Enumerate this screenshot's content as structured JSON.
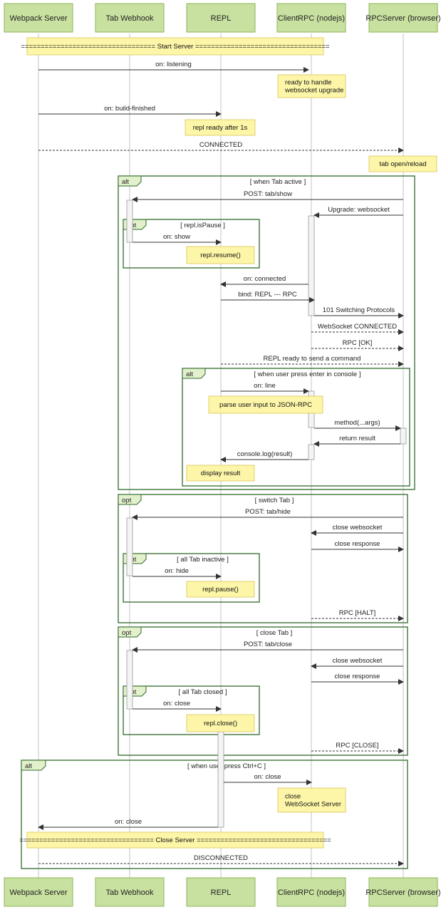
{
  "actors": [
    {
      "key": "webpack",
      "label": "Webpack Server"
    },
    {
      "key": "webhook",
      "label": "Tab Webhook"
    },
    {
      "key": "repl",
      "label": "REPL"
    },
    {
      "key": "client",
      "label": "ClientRPC (nodejs)"
    },
    {
      "key": "server",
      "label": "RPCServer (browser)"
    }
  ],
  "colors": {
    "actor_fill": "#c9e1a0",
    "actor_stroke": "#8cb45a",
    "note_fill": "#fdf6a8",
    "note_stroke": "#d9c65a",
    "frame_stroke": "#2f6a2a",
    "frame_tag_fill": "#e3f0cc",
    "line": "#333333"
  },
  "messages": [
    {
      "id": "m1",
      "text": "on: listening"
    },
    {
      "id": "m2",
      "text": "on: build-finished"
    },
    {
      "id": "m3",
      "text": "CONNECTED"
    },
    {
      "id": "m4",
      "text": "POST: tab/show"
    },
    {
      "id": "m5",
      "text": "Upgrade: websocket"
    },
    {
      "id": "m6",
      "text": "on: show"
    },
    {
      "id": "m7",
      "text": "on: connected"
    },
    {
      "id": "m8",
      "text": "bind: REPL --- RPC"
    },
    {
      "id": "m9",
      "text": "101 Switching Protocols"
    },
    {
      "id": "m10",
      "text": "WebSocket CONNECTED"
    },
    {
      "id": "m11",
      "text": "RPC [OK]"
    },
    {
      "id": "m12",
      "text": "REPL ready to send a command"
    },
    {
      "id": "m13",
      "text": "on: line"
    },
    {
      "id": "m14",
      "text": "method(...args)"
    },
    {
      "id": "m15",
      "text": "return result"
    },
    {
      "id": "m16",
      "text": "console.log(result)"
    },
    {
      "id": "m17",
      "text": "POST: tab/hide"
    },
    {
      "id": "m18",
      "text": "close websocket"
    },
    {
      "id": "m19",
      "text": "close response"
    },
    {
      "id": "m20",
      "text": "on: hide"
    },
    {
      "id": "m21",
      "text": "RPC [HALT]"
    },
    {
      "id": "m22",
      "text": "POST: tab/close"
    },
    {
      "id": "m23",
      "text": "close websocket"
    },
    {
      "id": "m24",
      "text": "close response"
    },
    {
      "id": "m25",
      "text": "on: close"
    },
    {
      "id": "m26",
      "text": "RPC [CLOSE]"
    },
    {
      "id": "m27",
      "text": "on: close"
    },
    {
      "id": "m28",
      "text": "on: close"
    },
    {
      "id": "m29",
      "text": "DISCONNECTED"
    }
  ],
  "notes": [
    {
      "id": "n1",
      "lines": [
        "================================== Start Server =================================="
      ]
    },
    {
      "id": "n2",
      "lines": [
        "ready to handle",
        "websocket upgrade"
      ]
    },
    {
      "id": "n3",
      "lines": [
        "repl ready after 1s"
      ]
    },
    {
      "id": "n4",
      "lines": [
        "tab open/reload"
      ]
    },
    {
      "id": "n5",
      "lines": [
        "repl.resume()"
      ]
    },
    {
      "id": "n6",
      "lines": [
        "parse user input to JSON-RPC"
      ]
    },
    {
      "id": "n7",
      "lines": [
        "display result"
      ]
    },
    {
      "id": "n8",
      "lines": [
        "repl.pause()"
      ]
    },
    {
      "id": "n9",
      "lines": [
        "repl.close()"
      ]
    },
    {
      "id": "n10",
      "lines": [
        "close",
        "WebSocket Server"
      ]
    },
    {
      "id": "n11",
      "lines": [
        "================================== Close Server =================================="
      ]
    }
  ],
  "frames": [
    {
      "id": "f1",
      "tag": "alt",
      "condition": "[ when Tab active ]"
    },
    {
      "id": "f2",
      "tag": "opt",
      "condition": "[ repl.isPause ]"
    },
    {
      "id": "f3",
      "tag": "alt",
      "condition": "[ when user press enter in console ]"
    },
    {
      "id": "f4",
      "tag": "opt",
      "condition": "[ switch Tab ]"
    },
    {
      "id": "f5",
      "tag": "opt",
      "condition": "[ all Tab inactive ]"
    },
    {
      "id": "f6",
      "tag": "opt",
      "condition": "[ close Tab ]"
    },
    {
      "id": "f7",
      "tag": "opt",
      "condition": "[ all Tab closed ]"
    },
    {
      "id": "f8",
      "tag": "alt",
      "condition": "[ when user press Ctrl+C ]"
    }
  ]
}
